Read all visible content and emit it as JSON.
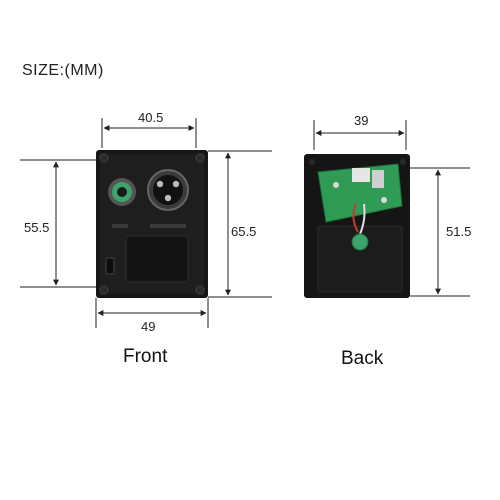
{
  "header": {
    "size_label": "SIZE:(MM)"
  },
  "front": {
    "caption": "Front",
    "dims": {
      "top": "40.5",
      "left": "55.5",
      "right": "65.5",
      "bottom": "49"
    }
  },
  "back": {
    "caption": "Back",
    "dims": {
      "top": "39",
      "right": "51.5"
    }
  },
  "colors": {
    "body": "#161616",
    "pcb": "#2f9b55",
    "jack": "#3aa46a"
  }
}
